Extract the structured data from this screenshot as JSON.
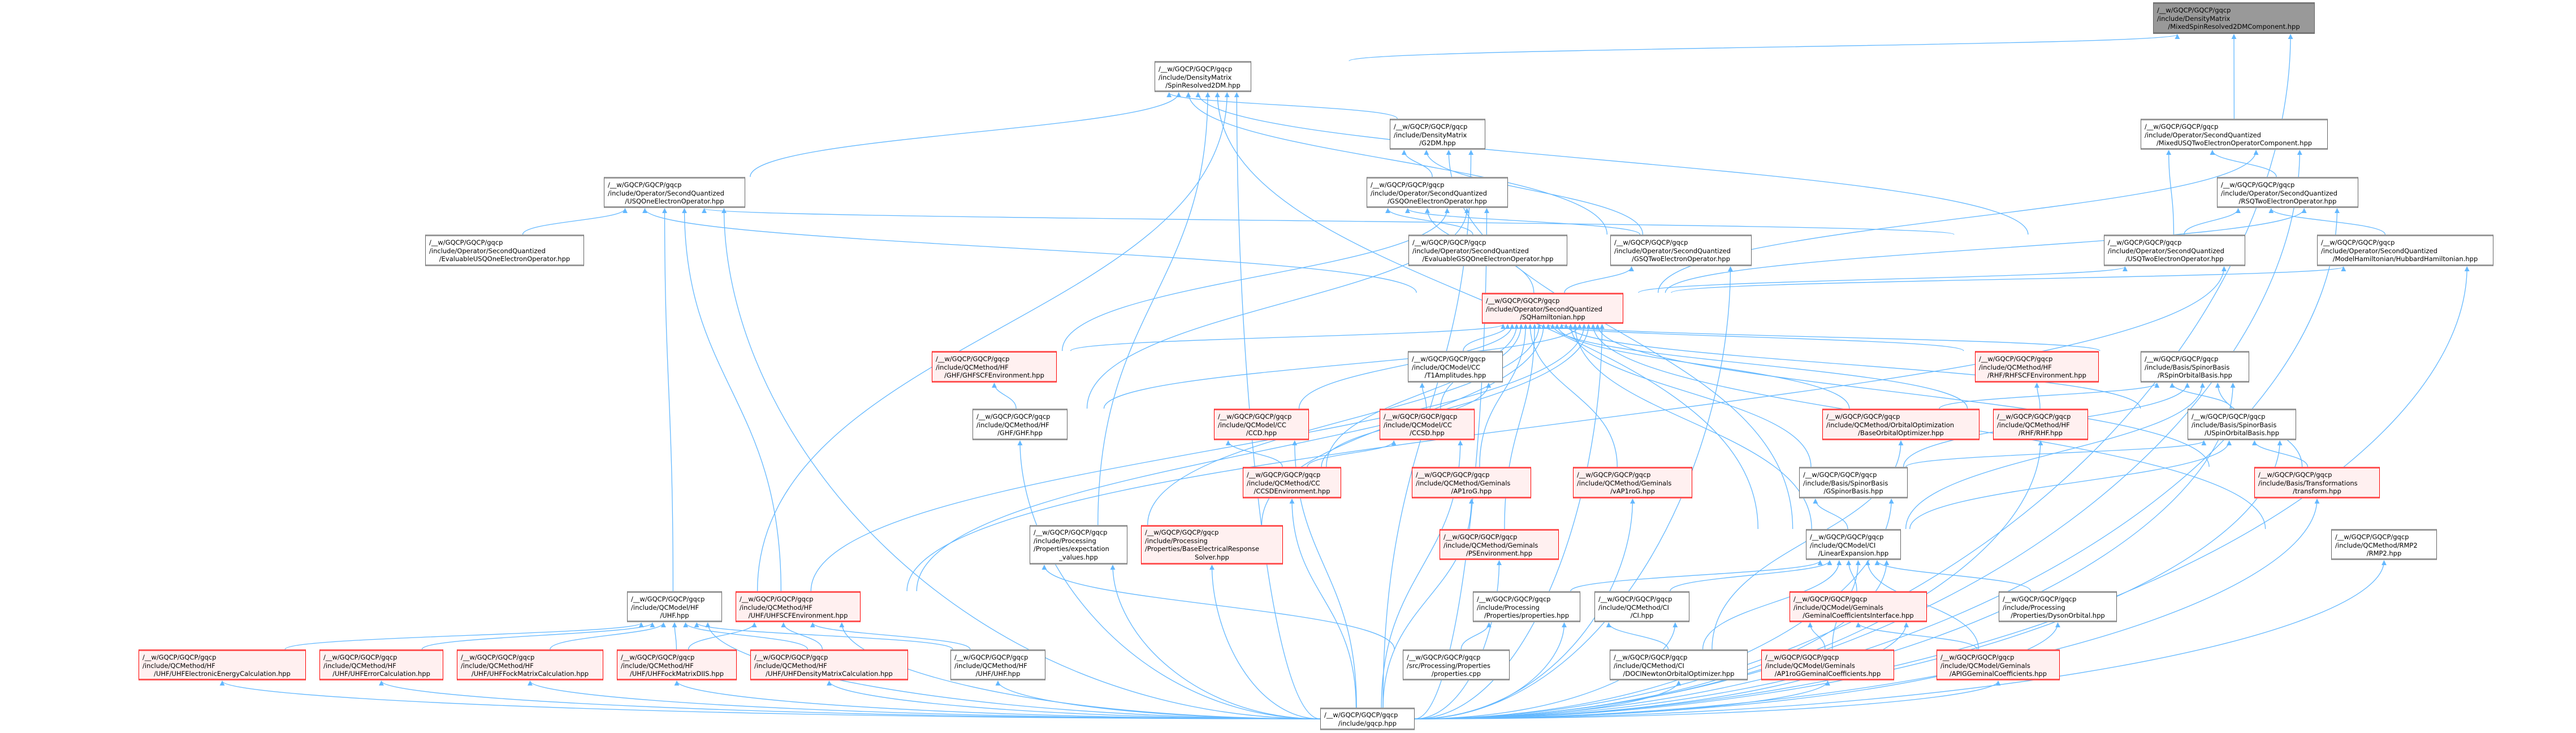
{
  "graph": {
    "colors": {
      "edge": "#63b8ff",
      "root_fill": "#999999",
      "incomplete_fill": "#fff0f0",
      "incomplete_border": "#ff0000",
      "node_border": "#666666"
    },
    "nodes": {
      "m2dm": {
        "style": "root",
        "lines": [
          "/__w/GQCP/GQCP/gqcp",
          "/include/DensityMatrix",
          "/MixedSpinResolved2DMComponent.hpp"
        ]
      },
      "sr2dm": {
        "style": "normal",
        "lines": [
          "/__w/GQCP/GQCP/gqcp",
          "/include/DensityMatrix",
          "/SpinResolved2DM.hpp"
        ]
      },
      "g2dm": {
        "style": "normal",
        "lines": [
          "/__w/GQCP/GQCP/gqcp",
          "/include/DensityMatrix",
          "/G2DM.hpp"
        ]
      },
      "mixusq": {
        "style": "normal",
        "lines": [
          "/__w/GQCP/GQCP/gqcp",
          "/include/Operator/SecondQuantized",
          "/MixedUSQTwoElectronOperatorComponent.hpp"
        ]
      },
      "usqone": {
        "style": "normal",
        "lines": [
          "/__w/GQCP/GQCP/gqcp",
          "/include/Operator/SecondQuantized",
          "/USQOneElectronOperator.hpp"
        ]
      },
      "gsqone": {
        "style": "normal",
        "lines": [
          "/__w/GQCP/GQCP/gqcp",
          "/include/Operator/SecondQuantized",
          "/GSQOneElectronOperator.hpp"
        ]
      },
      "rsqtwo": {
        "style": "normal",
        "lines": [
          "/__w/GQCP/GQCP/gqcp",
          "/include/Operator/SecondQuantized",
          "/RSQTwoElectronOperator.hpp"
        ]
      },
      "evalusq": {
        "style": "normal",
        "lines": [
          "/__w/GQCP/GQCP/gqcp",
          "/include/Operator/SecondQuantized",
          "/EvaluableUSQOneElectronOperator.hpp"
        ]
      },
      "evalgsq": {
        "style": "normal",
        "lines": [
          "/__w/GQCP/GQCP/gqcp",
          "/include/Operator/SecondQuantized",
          "/EvaluableGSQOneElectronOperator.hpp"
        ]
      },
      "gsqtwo": {
        "style": "normal",
        "lines": [
          "/__w/GQCP/GQCP/gqcp",
          "/include/Operator/SecondQuantized",
          "/GSQTwoElectronOperator.hpp"
        ]
      },
      "usqtwo": {
        "style": "normal",
        "lines": [
          "/__w/GQCP/GQCP/gqcp",
          "/include/Operator/SecondQuantized",
          "/USQTwoElectronOperator.hpp"
        ]
      },
      "hubbard": {
        "style": "normal",
        "lines": [
          "/__w/GQCP/GQCP/gqcp",
          "/include/Operator/SecondQuantized",
          "/ModelHamiltonian/HubbardHamiltonian.hpp"
        ]
      },
      "sqham": {
        "style": "red",
        "lines": [
          "/__w/GQCP/GQCP/gqcp",
          "/include/Operator/SecondQuantized",
          "/SQHamiltonian.hpp"
        ]
      },
      "ghfscf": {
        "style": "red",
        "lines": [
          "/__w/GQCP/GQCP/gqcp",
          "/include/QCMethod/HF",
          "/GHF/GHFSCFEnvironment.hpp"
        ]
      },
      "t1": {
        "style": "normal",
        "lines": [
          "/__w/GQCP/GQCP/gqcp",
          "/include/QCModel/CC",
          "/T1Amplitudes.hpp"
        ]
      },
      "rhfscf": {
        "style": "red",
        "lines": [
          "/__w/GQCP/GQCP/gqcp",
          "/include/QCMethod/HF",
          "/RHF/RHFSCFEnvironment.hpp"
        ]
      },
      "rsob": {
        "style": "normal",
        "lines": [
          "/__w/GQCP/GQCP/gqcp",
          "/include/Basis/SpinorBasis",
          "/RSpinOrbitalBasis.hpp"
        ]
      },
      "ghf": {
        "style": "normal",
        "lines": [
          "/__w/GQCP/GQCP/gqcp",
          "/include/QCMethod/HF",
          "/GHF/GHF.hpp"
        ]
      },
      "ccd": {
        "style": "red",
        "lines": [
          "/__w/GQCP/GQCP/gqcp",
          "/include/QCModel/CC",
          "/CCD.hpp"
        ]
      },
      "ccsd": {
        "style": "red",
        "lines": [
          "/__w/GQCP/GQCP/gqcp",
          "/include/QCModel/CC",
          "/CCSD.hpp"
        ]
      },
      "baseoo": {
        "style": "red",
        "lines": [
          "/__w/GQCP/GQCP/gqcp",
          "/include/QCMethod/OrbitalOptimization",
          "/BaseOrbitalOptimizer.hpp"
        ]
      },
      "rhf": {
        "style": "red",
        "lines": [
          "/__w/GQCP/GQCP/gqcp",
          "/include/QCMethod/HF",
          "/RHF/RHF.hpp"
        ]
      },
      "usob": {
        "style": "normal",
        "lines": [
          "/__w/GQCP/GQCP/gqcp",
          "/include/Basis/SpinorBasis",
          "/USpinOrbitalBasis.hpp"
        ]
      },
      "ccsdenv": {
        "style": "red",
        "lines": [
          "/__w/GQCP/GQCP/gqcp",
          "/include/QCMethod/CC",
          "/CCSDEnvironment.hpp"
        ]
      },
      "ap1rog": {
        "style": "red",
        "lines": [
          "/__w/GQCP/GQCP/gqcp",
          "/include/QCMethod/Geminals",
          "/AP1roG.hpp"
        ]
      },
      "vap1rog": {
        "style": "red",
        "lines": [
          "/__w/GQCP/GQCP/gqcp",
          "/include/QCMethod/Geminals",
          "/vAP1roG.hpp"
        ]
      },
      "gsb": {
        "style": "normal",
        "lines": [
          "/__w/GQCP/GQCP/gqcp",
          "/include/Basis/SpinorBasis",
          "/GSpinorBasis.hpp"
        ]
      },
      "transform": {
        "style": "red",
        "lines": [
          "/__w/GQCP/GQCP/gqcp",
          "/include/Basis/Transformations",
          "/transform.hpp"
        ]
      },
      "expval": {
        "style": "normal",
        "lines": [
          "/__w/GQCP/GQCP/gqcp",
          "/include/Processing",
          "/Properties/expectation",
          "_values.hpp"
        ]
      },
      "baseelec": {
        "style": "red",
        "lines": [
          "/__w/GQCP/GQCP/gqcp",
          "/include/Processing",
          "/Properties/BaseElectricalResponse",
          "Solver.hpp"
        ]
      },
      "psenv": {
        "style": "red",
        "lines": [
          "/__w/GQCP/GQCP/gqcp",
          "/include/QCMethod/Geminals",
          "/PSEnvironment.hpp"
        ]
      },
      "linexp": {
        "style": "normal",
        "lines": [
          "/__w/GQCP/GQCP/gqcp",
          "/include/QCModel/CI",
          "/LinearExpansion.hpp"
        ]
      },
      "rmp2": {
        "style": "normal",
        "lines": [
          "/__w/GQCP/GQCP/gqcp",
          "/include/QCMethod/RMP2",
          "/RMP2.hpp"
        ]
      },
      "uhfmodel": {
        "style": "normal",
        "lines": [
          "/__w/GQCP/GQCP/gqcp",
          "/include/QCModel/HF",
          "/UHF.hpp"
        ]
      },
      "uhfscf": {
        "style": "red",
        "lines": [
          "/__w/GQCP/GQCP/gqcp",
          "/include/QCMethod/HF",
          "/UHF/UHFSCFEnvironment.hpp"
        ]
      },
      "prophpp": {
        "style": "normal",
        "lines": [
          "/__w/GQCP/GQCP/gqcp",
          "/include/Processing",
          "/Properties/properties.hpp"
        ]
      },
      "ci": {
        "style": "normal",
        "lines": [
          "/__w/GQCP/GQCP/gqcp",
          "/include/QCMethod/CI",
          "/CI.hpp"
        ]
      },
      "gemint": {
        "style": "red",
        "lines": [
          "/__w/GQCP/GQCP/gqcp",
          "/include/QCModel/Geminals",
          "/GeminalCoefficientsInterface.hpp"
        ]
      },
      "dyson": {
        "style": "normal",
        "lines": [
          "/__w/GQCP/GQCP/gqcp",
          "/include/Processing",
          "/Properties/DysonOrbital.hpp"
        ]
      },
      "uhfelec": {
        "style": "red",
        "lines": [
          "/__w/GQCP/GQCP/gqcp",
          "/include/QCMethod/HF",
          "/UHF/UHFElectronicEnergyCalculation.hpp"
        ]
      },
      "uhferr": {
        "style": "red",
        "lines": [
          "/__w/GQCP/GQCP/gqcp",
          "/include/QCMethod/HF",
          "/UHF/UHFErrorCalculation.hpp"
        ]
      },
      "uhffock": {
        "style": "red",
        "lines": [
          "/__w/GQCP/GQCP/gqcp",
          "/include/QCMethod/HF",
          "/UHF/UHFFockMatrixCalculation.hpp"
        ]
      },
      "uhfdiis": {
        "style": "red",
        "lines": [
          "/__w/GQCP/GQCP/gqcp",
          "/include/QCMethod/HF",
          "/UHF/UHFFockMatrixDIIS.hpp"
        ]
      },
      "uhfdens": {
        "style": "red",
        "lines": [
          "/__w/GQCP/GQCP/gqcp",
          "/include/QCMethod/HF",
          "/UHF/UHFDensityMatrixCalculation.hpp"
        ]
      },
      "uhfmeth": {
        "style": "normal",
        "lines": [
          "/__w/GQCP/GQCP/gqcp",
          "/include/QCMethod/HF",
          "/UHF/UHF.hpp"
        ]
      },
      "propcpp": {
        "style": "normal",
        "lines": [
          "/__w/GQCP/GQCP/gqcp",
          "/src/Processing/Properties",
          "/properties.cpp"
        ]
      },
      "doci": {
        "style": "normal",
        "lines": [
          "/__w/GQCP/GQCP/gqcp",
          "/include/QCMethod/CI",
          "/DOCINewtonOrbitalOptimizer.hpp"
        ]
      },
      "ap1roggc": {
        "style": "red",
        "lines": [
          "/__w/GQCP/GQCP/gqcp",
          "/include/QCModel/Geminals",
          "/AP1roGGeminalCoefficients.hpp"
        ]
      },
      "apiggc": {
        "style": "red",
        "lines": [
          "/__w/GQCP/GQCP/gqcp",
          "/include/QCModel/Geminals",
          "/APIGGeminalCoefficients.hpp"
        ]
      },
      "gqcp": {
        "style": "normal",
        "lines": [
          "/__w/GQCP/GQCP/gqcp",
          "/include/gqcp.hpp"
        ]
      }
    }
  }
}
